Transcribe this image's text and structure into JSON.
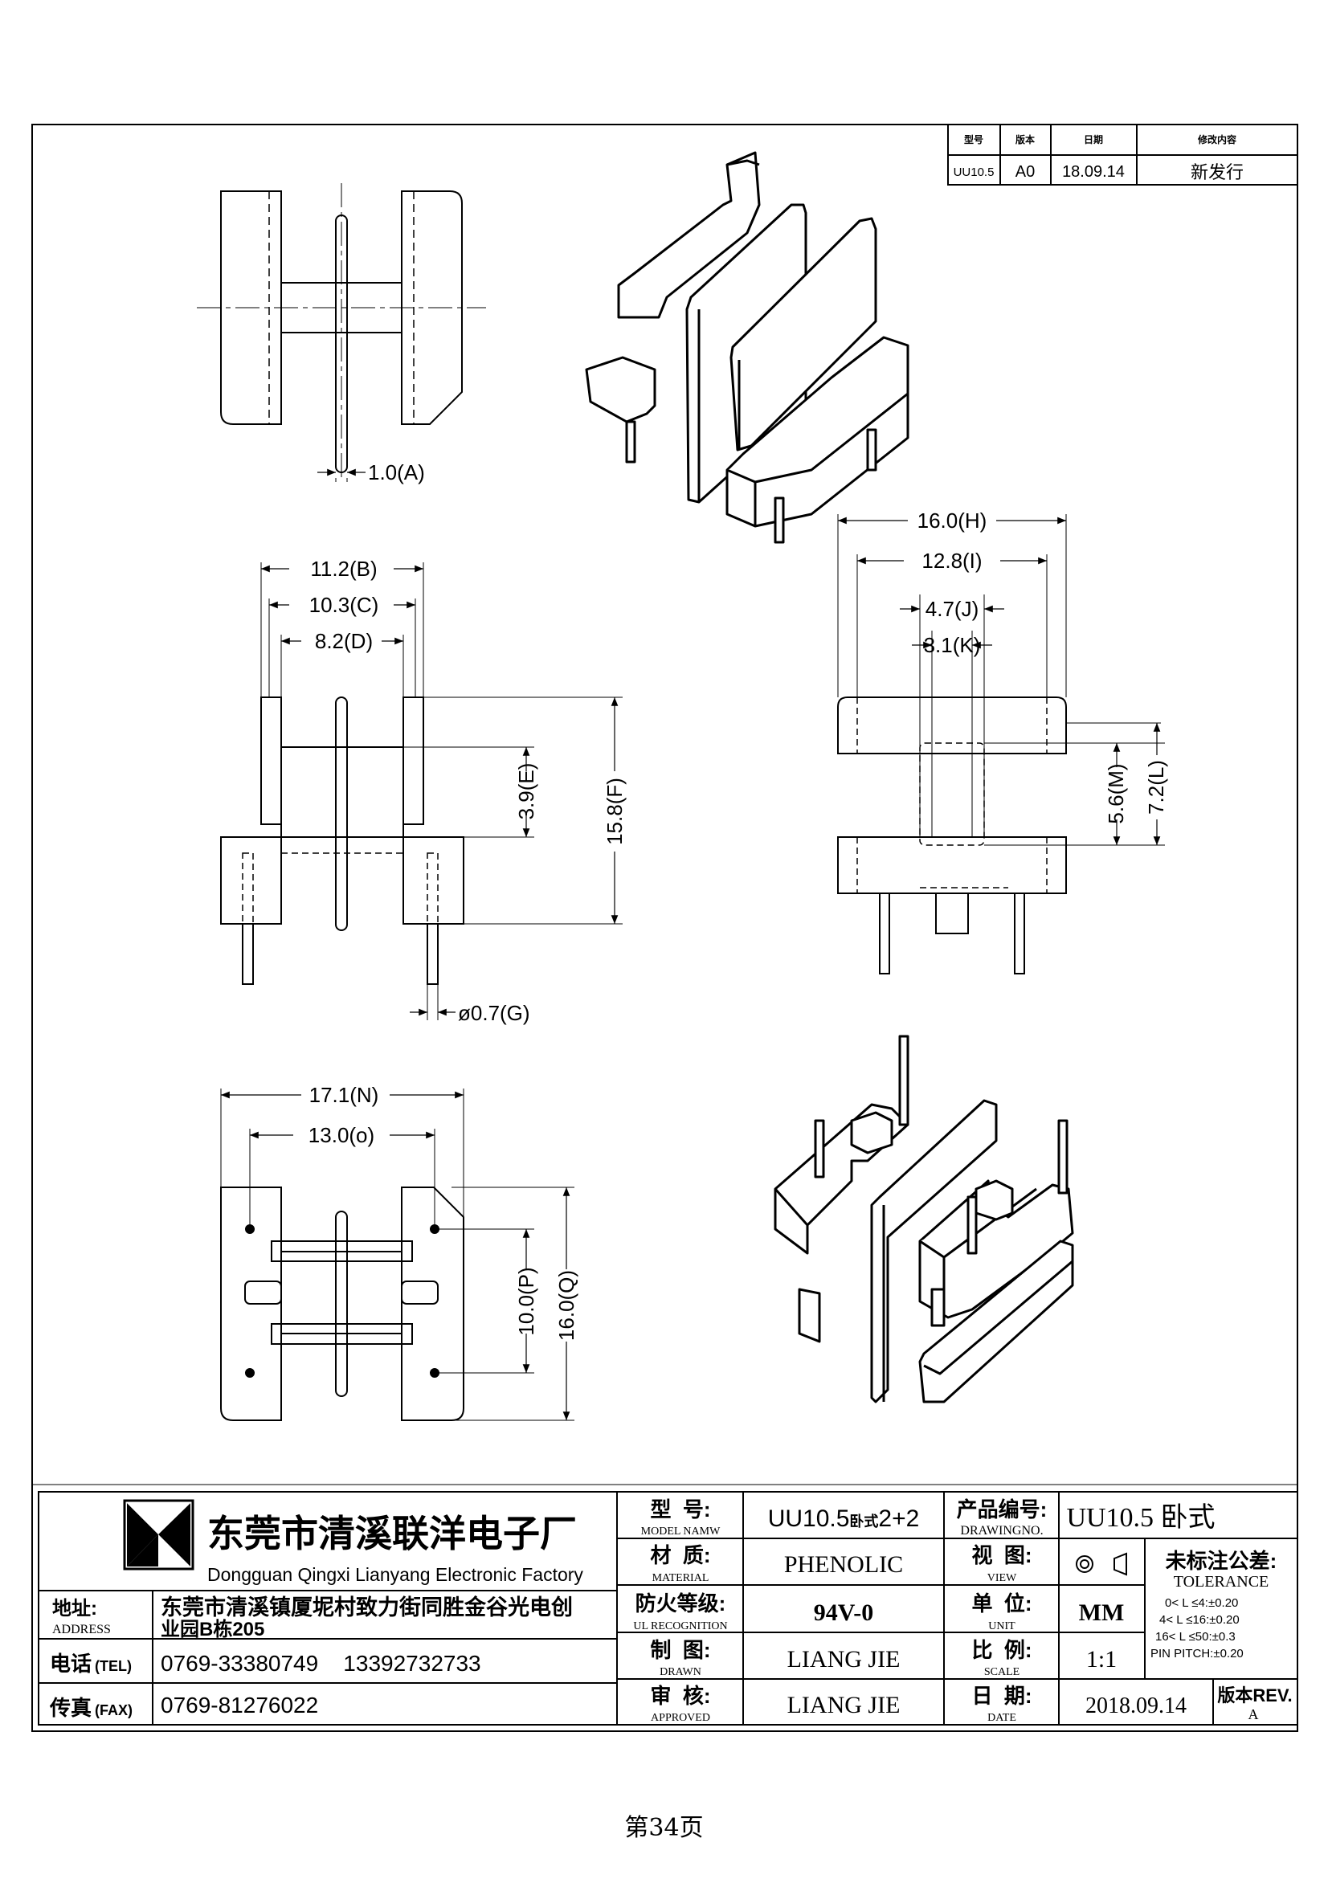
{
  "revision_table": {
    "headers": [
      "型号",
      "版本",
      "日期",
      "修改内容"
    ],
    "row": [
      "UU10.5",
      "A0",
      "18.09.14",
      "新发行"
    ]
  },
  "dimensions": {
    "A": "1.0(A)",
    "B": "11.2(B)",
    "C": "10.3(C)",
    "D": "8.2(D)",
    "E": "3.9(E)",
    "F": "15.8(F)",
    "G": "ø0.7(G)",
    "H": "16.0(H)",
    "I": "12.8(I)",
    "J": "4.7(J)",
    "K": "3.1(K)",
    "M": "5.6(M)",
    "L": "7.2(L)",
    "N": "17.1(N)",
    "O": "13.0(o)",
    "P": "10.0(P)",
    "Q": "16.0(Q)"
  },
  "title_block": {
    "company_cn": "东莞市清溪联洋电子厂",
    "company_en": "Dongguan Qingxi Lianyang Electronic Factory",
    "address_label_cn": "地址:",
    "address_label_en": "ADDRESS",
    "address_line1": "东莞市清溪镇厦坭村致力街同胜金谷光电创",
    "address_line2": "业园B栋205",
    "tel_label_cn": "电话",
    "tel_label_en": "(TEL)",
    "tel_value": "0769-33380749    13392732733",
    "fax_label_cn": "传真",
    "fax_label_en": "(FAX)",
    "fax_value": "0769-81276022",
    "model_label_cn": "型  号:",
    "model_label_en": "MODEL NAMW",
    "model_value_main": "UU10.5",
    "model_value_small": "卧式",
    "model_value_tail": "2+2",
    "material_label_cn": "材  质:",
    "material_label_en": "MATERIAL",
    "material_value": "PHENOLIC",
    "fire_label_cn": "防火等级:",
    "fire_label_en": "UL RECOGNITION",
    "fire_value": "94V-0",
    "drawn_label_cn": "制  图:",
    "drawn_label_en": "DRAWN",
    "drawn_value": "LIANG JIE",
    "approved_label_cn": "审  核:",
    "approved_label_en": "APPROVED",
    "approved_value": "LIANG JIE",
    "drawingno_label_cn": "产品编号:",
    "drawingno_label_en": "DRAWINGNO.",
    "drawingno_value": "UU10.5 卧式",
    "view_label_cn": "视  图:",
    "view_label_en": "VIEW",
    "unit_label_cn": "单  位:",
    "unit_label_en": "UNIT",
    "unit_value": "MM",
    "scale_label_cn": "比  例:",
    "scale_label_en": "SCALE",
    "scale_value": "1:1",
    "date_label_cn": "日  期:",
    "date_label_en": "DATE",
    "date_value": "2018.09.14",
    "tolerance_title_cn": "未标注公差:",
    "tolerance_title_en": "TOLERANCE",
    "tolerance_lines": [
      "0< L ≤4:±0.20",
      "4< L ≤16:±0.20",
      "16< L ≤50:±0.3",
      "PIN PITCH:±0.20"
    ],
    "rev_label_cn": "版本REV.",
    "rev_value": "A"
  },
  "page_number": "第34页"
}
